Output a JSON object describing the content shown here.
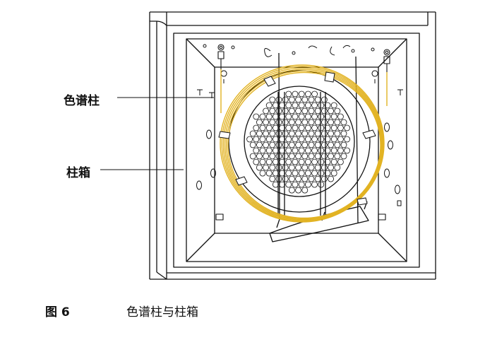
{
  "labels": {
    "column": "色谱柱",
    "oven": "柱箱"
  },
  "caption": {
    "number": "图 6",
    "text": "色谱柱与柱箱"
  },
  "colors": {
    "line": "#111111",
    "column_coil": "#e2b323",
    "background": "#ffffff"
  }
}
